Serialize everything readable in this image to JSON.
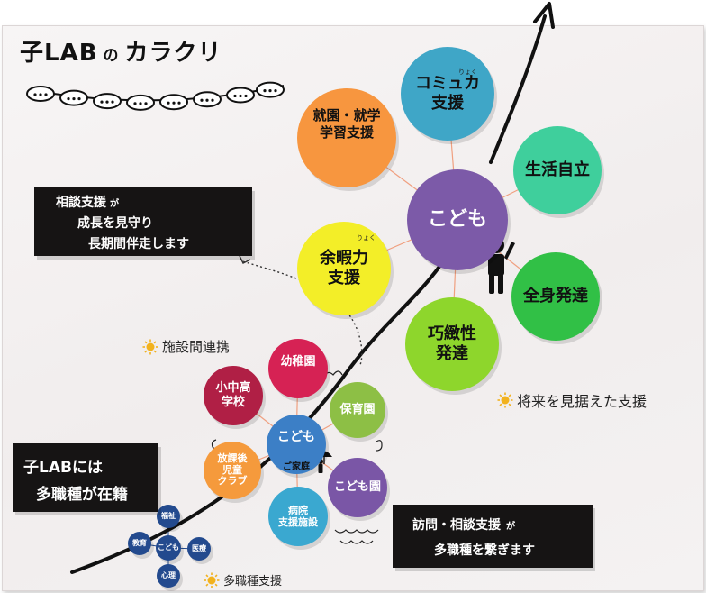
{
  "title": {
    "main": "子LAB",
    "particle": "の",
    "tail": "カラクリ"
  },
  "colors": {
    "arrow": "#111111",
    "connector": "#f0a080",
    "banner": "#161414"
  },
  "big_cluster": {
    "center": {
      "label": "こども",
      "color": "#7c5aa8"
    },
    "nodes": [
      {
        "id": "communication",
        "label": "コミュカ\n支援",
        "ruby": "りょく",
        "color": "#3fa6c7"
      },
      {
        "id": "independence",
        "label": "生活自立",
        "color": "#3fcf9c"
      },
      {
        "id": "whole-body",
        "label": "全身発達",
        "color": "#31c046"
      },
      {
        "id": "dexterity",
        "label": "巧緻性\n発達",
        "color": "#8ed62c"
      },
      {
        "id": "leisure",
        "label": "余暇力\n支援",
        "ruby": "りょく",
        "color": "#f3ee28"
      },
      {
        "id": "school",
        "label": "就園・就学\n学習支援",
        "color": "#f7963f"
      }
    ]
  },
  "small_cluster": {
    "center": {
      "label": "こども",
      "sublabel": "ご家庭",
      "color": "#3c7fc6"
    },
    "nodes": [
      {
        "id": "kindergarten",
        "label": "幼稚園",
        "color": "#d62254"
      },
      {
        "id": "nursery",
        "label": "保育園",
        "color": "#8dbf45"
      },
      {
        "id": "kodomoen",
        "label": "こども園",
        "color": "#7a56a6"
      },
      {
        "id": "hospital",
        "label": "病院\n支援施設",
        "color": "#3aa8d0"
      },
      {
        "id": "afterschool",
        "label": "放課後\n児童\nクラブ",
        "color": "#f59a3c"
      },
      {
        "id": "schools",
        "label": "小中高\n学校",
        "color": "#b01f45"
      }
    ]
  },
  "mini_cluster": {
    "center": "こども",
    "nodes": [
      "福祉",
      "医療",
      "心理",
      "教育"
    ],
    "color": "#234a8e"
  },
  "banners": {
    "consult": {
      "line1a": "相談支援",
      "line1b": "が",
      "line2": "成長を見守り",
      "line3": "長期間伴走します"
    },
    "staff": {
      "line1": "子LABには",
      "line2": "多職種が在籍"
    },
    "visit": {
      "line1a": "訪問・相談支援",
      "line1b": "が",
      "line2": "多職種を繋ぎます"
    }
  },
  "notes": {
    "facility": "施設間連携",
    "future": "将来を見据えた支援",
    "multi": "多職種支援"
  }
}
